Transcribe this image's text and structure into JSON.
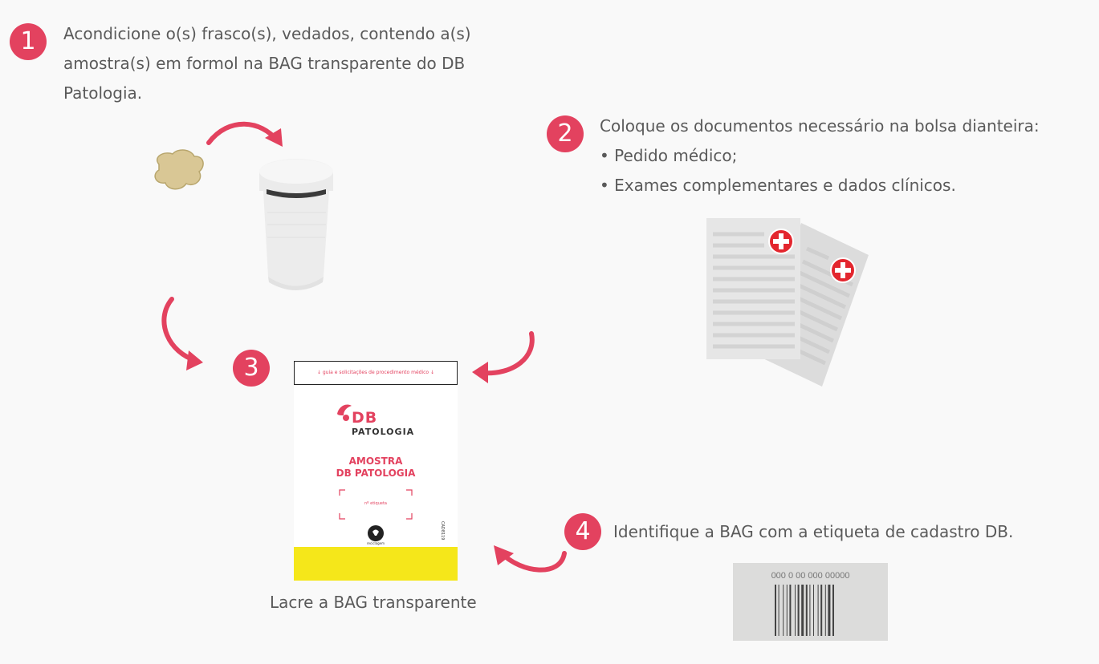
{
  "steps": [
    {
      "number": "1",
      "text_lines": [
        "Acondicione o(s) frasco(s), vedados, contendo a(s)",
        "amostra(s) em formol na BAG transparente do DB",
        "Patologia."
      ]
    },
    {
      "number": "2",
      "text_lines": [
        "Coloque os documentos necessário na bolsa dianteira:",
        "• Pedido médico;",
        "• Exames complementares e dados clínicos."
      ]
    },
    {
      "number": "3",
      "caption": "Lacre a BAG transparente"
    },
    {
      "number": "4",
      "text": "Identifique a BAG com a etiqueta de cadastro DB."
    }
  ],
  "bag": {
    "header": "guia e solicitações de procedimento médico",
    "brand": "DB",
    "brand_sub": "PATOLOGIA",
    "title_line1": "AMOSTRA",
    "title_line2": "DB PATOLOGIA",
    "label_text": "nº etiqueta",
    "code": "CAD8119",
    "logo_text": "reciclagem"
  },
  "barcode": {
    "number": "000 0 00 000 00000"
  },
  "colors": {
    "accent": "#e3425f",
    "bag_yellow": "#f5e71a",
    "background": "#f9f9f9"
  }
}
